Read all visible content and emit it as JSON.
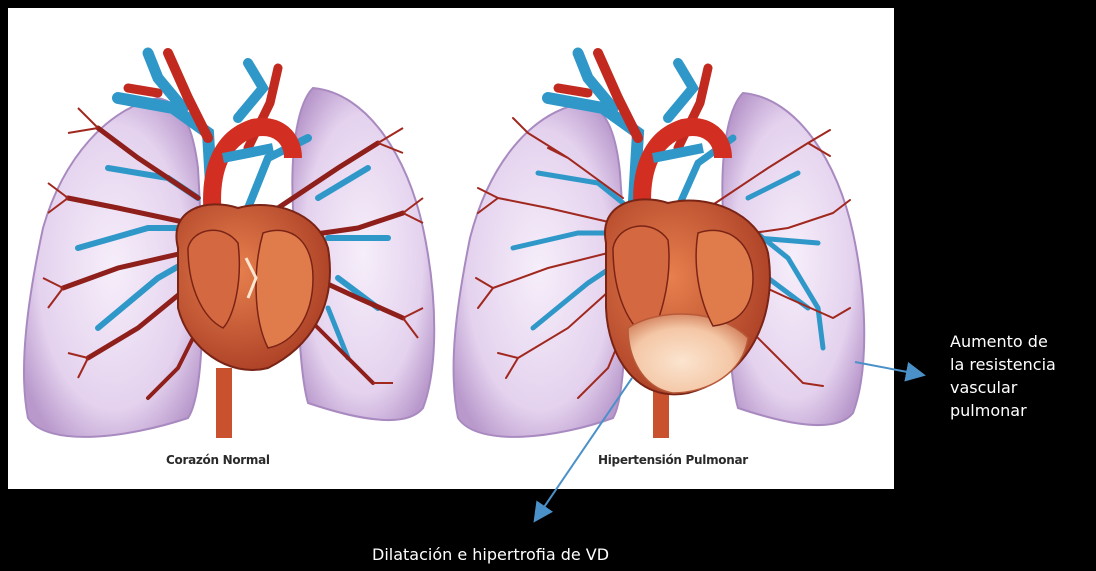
{
  "captions": {
    "normal": "Corazón Normal",
    "hypertension": "Hipertensión Pulmonar"
  },
  "annotations": {
    "resistance_lines": [
      "Aumento de",
      "la resistencia",
      "vascular",
      "pulmonar"
    ],
    "dilatation": "Dilatación e hipertrofia de VD"
  },
  "colors": {
    "background": "#000000",
    "panel": "#ffffff",
    "lung_fill": "#e6d6ee",
    "lung_edge": "#b597c8",
    "artery_red": "#cf2f24",
    "vein_blue": "#2f98c9",
    "heart": "#c4522e",
    "arrow": "#4b91c9",
    "text_light": "#ffffff"
  }
}
